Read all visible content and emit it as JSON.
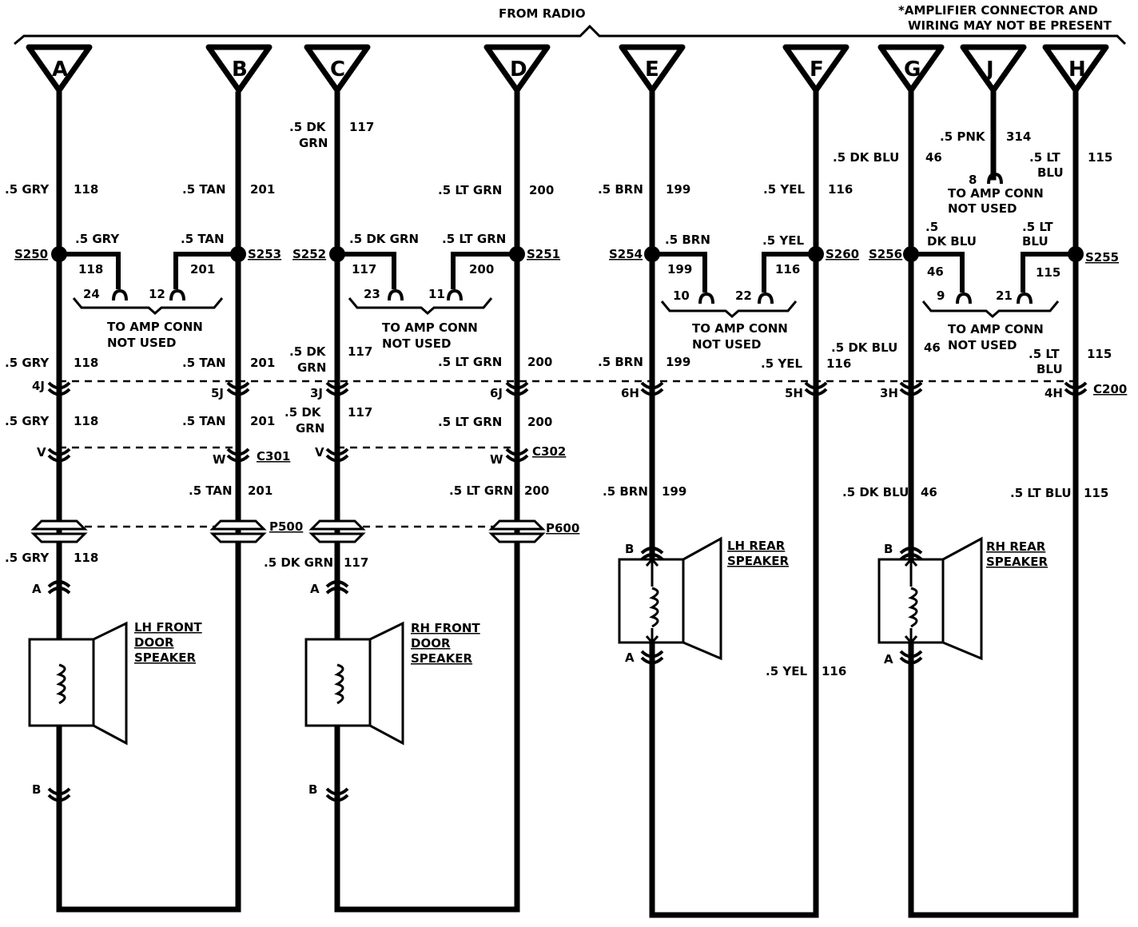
{
  "header": {
    "from_radio": "FROM RADIO",
    "note_line1": "*AMPLIFIER CONNECTOR AND",
    "note_line2": "WIRING MAY NOT BE PRESENT"
  },
  "terminals": [
    "A",
    "B",
    "C",
    "D",
    "E",
    "F",
    "G",
    "J",
    "H"
  ],
  "wires": {
    "A": {
      "color": ".5 GRY",
      "circuit": "118"
    },
    "B": {
      "color": ".5 TAN",
      "circuit": "201"
    },
    "C": {
      "color1": ".5 DK",
      "color2": "GRN",
      "color_full": ".5 DK GRN",
      "circuit": "117"
    },
    "D": {
      "color": ".5 LT GRN",
      "circuit": "200"
    },
    "E": {
      "color": ".5 BRN",
      "circuit": "199"
    },
    "F": {
      "color": ".5 YEL",
      "circuit": "116"
    },
    "G": {
      "color": ".5 DK BLU",
      "color1": ".5",
      "color2": "DK BLU",
      "circuit": "46"
    },
    "J": {
      "color": ".5 PNK",
      "circuit": "314"
    },
    "H": {
      "color1": ".5 LT",
      "color2": "BLU",
      "color_full": ".5 LT BLU",
      "circuit": "115"
    }
  },
  "splices": {
    "s250": "S250",
    "s253": "S253",
    "s252": "S252",
    "s251": "S251",
    "s254": "S254",
    "s260": "S260",
    "s256": "S256",
    "s255": "S255"
  },
  "amp_pins": {
    "p24": "24",
    "p12": "12",
    "p23": "23",
    "p11": "11",
    "p10": "10",
    "p22": "22",
    "p9": "9",
    "p21": "21",
    "p8": "8"
  },
  "amp_note": {
    "line1": "TO AMP CONN",
    "line2": "NOT USED"
  },
  "connectors": {
    "c200": "C200",
    "c301": "C301",
    "c302": "C302",
    "p500": "P500",
    "p600": "P600"
  },
  "c200_pins": {
    "A": "4J",
    "B": "5J",
    "C": "3J",
    "D": "6J",
    "E": "6H",
    "F": "5H",
    "G": "3H",
    "H": "4H"
  },
  "c30x_pins": {
    "v": "V",
    "w": "W"
  },
  "speaker_pins": {
    "a": "A",
    "b": "B"
  },
  "speakers": {
    "lh_front": [
      "LH FRONT",
      "DOOR",
      "SPEAKER"
    ],
    "rh_front": [
      "RH FRONT",
      "DOOR",
      "SPEAKER"
    ],
    "lh_rear": [
      "LH REAR",
      "SPEAKER"
    ],
    "rh_rear": [
      "RH REAR",
      "SPEAKER"
    ]
  }
}
